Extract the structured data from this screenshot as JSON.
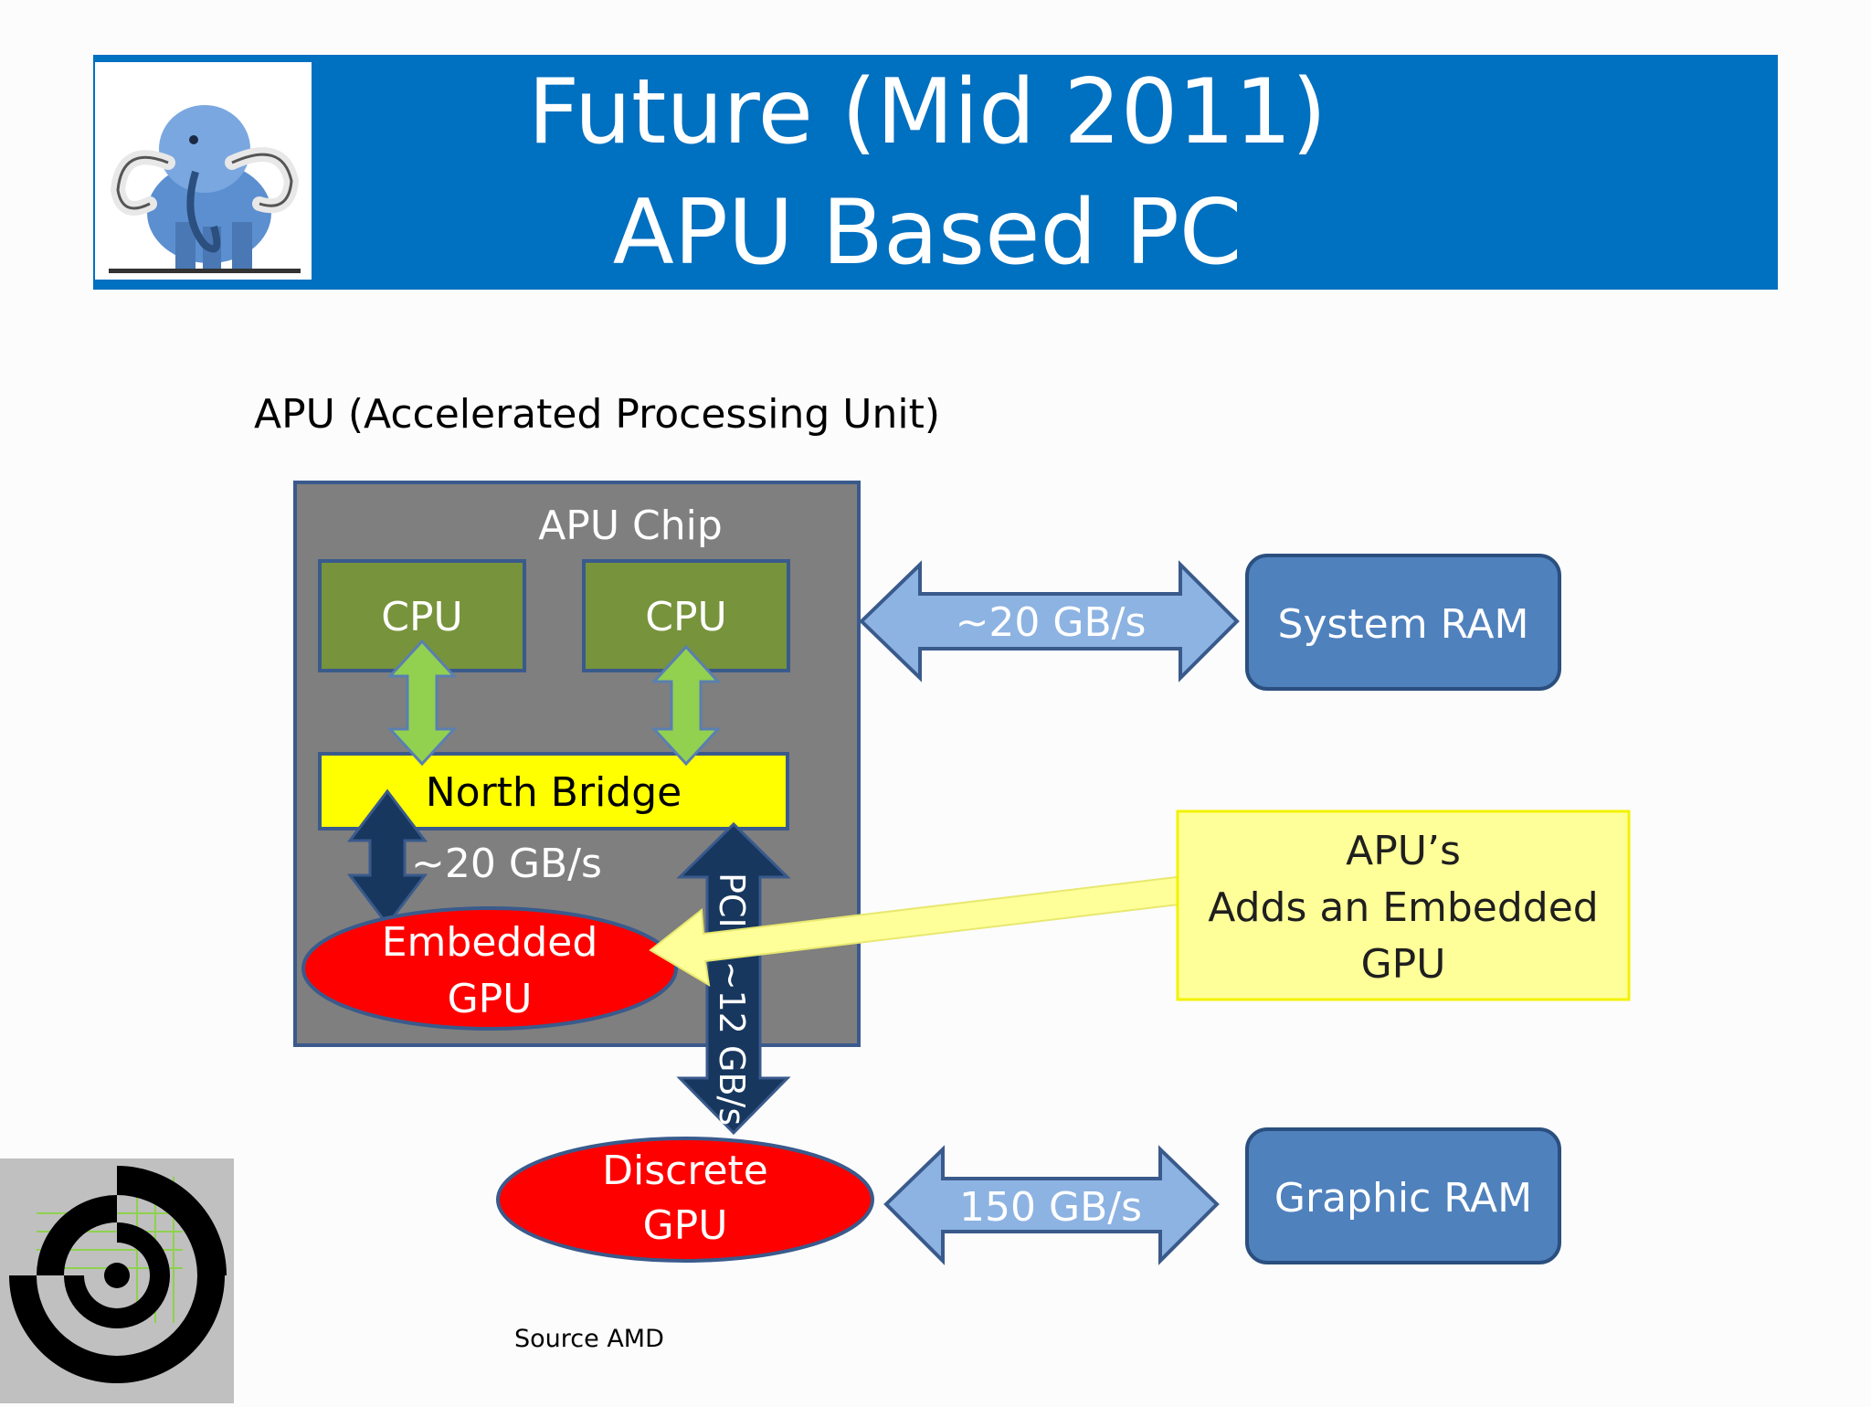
{
  "header": {
    "title_line1": "Future (Mid 2011)",
    "title_line2": "APU Based PC",
    "bg_color": "#0070c0"
  },
  "subtitle": "APU (Accelerated Processing Unit)",
  "diagram": {
    "apu_chip_label": "APU Chip",
    "cpu1_label": "CPU",
    "cpu2_label": "CPU",
    "north_bridge_label": "North Bridge",
    "nb_gpu_link_label": "~20 GB/s",
    "pcie_link_label": "PCIE ~12 GB/s",
    "embedded_gpu_line1": "Embedded",
    "embedded_gpu_line2": "GPU",
    "system_ram_link_label": "~20 GB/s",
    "system_ram_label": "System RAM",
    "callout_line1": "APU’s",
    "callout_line2": "Adds  an Embedded",
    "callout_line3": "GPU",
    "discrete_gpu_line1": "Discrete",
    "discrete_gpu_line2": "GPU",
    "graphic_ram_link_label": "150 GB/s",
    "graphic_ram_label": "Graphic RAM"
  },
  "source": "Source AMD",
  "colors": {
    "chip": "#7f7f7f",
    "cpu": "#77933c",
    "north_bridge": "#ffff00",
    "gpu": "#ff0000",
    "ram": "#4f81bd",
    "light_arrow": "#8db3e2",
    "dark_arrow": "#17375e",
    "green_arrow": "#92d050",
    "callout": "#ffff99"
  },
  "icons": [
    "mammoth-logo-icon",
    "spiral-logo-icon"
  ]
}
